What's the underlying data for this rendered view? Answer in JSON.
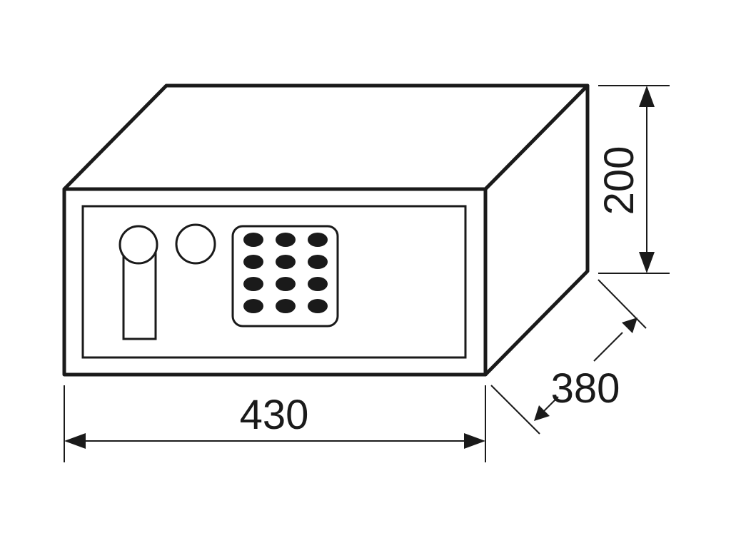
{
  "drawing": {
    "subject": "safe",
    "line_color": "#1a1a1a",
    "background": "#ffffff"
  },
  "dimensions": {
    "width": "430",
    "depth": "380",
    "height": "200"
  },
  "keypad": {
    "rows": 4,
    "cols": 3
  }
}
